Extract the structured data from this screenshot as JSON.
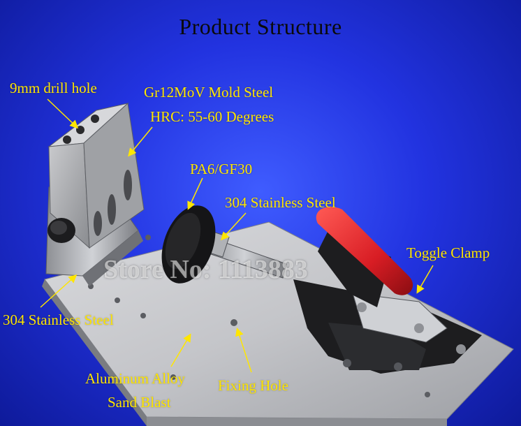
{
  "title": "Product Structure",
  "watermark": "Store No: 1113883",
  "labels": {
    "drill_hole": "9mm drill hole",
    "mold_steel": "Gr12MoV Mold Steel",
    "hrc": "HRC: 55-60 Degrees",
    "pa6": "PA6/GF30",
    "stainless_right": "304 Stainless Steel",
    "toggle_clamp": "Toggle Clamp",
    "stainless_left": "304 Stainless Steel",
    "aluminum": "Aluminum Alloy",
    "sand_blast": "Sand Blast",
    "fixing_hole": "Fixing Hole"
  },
  "colors": {
    "label_text": "#ffe600",
    "title_text": "#0a0a0a",
    "background": "#2233e0",
    "handle_red": "#d81d24"
  }
}
